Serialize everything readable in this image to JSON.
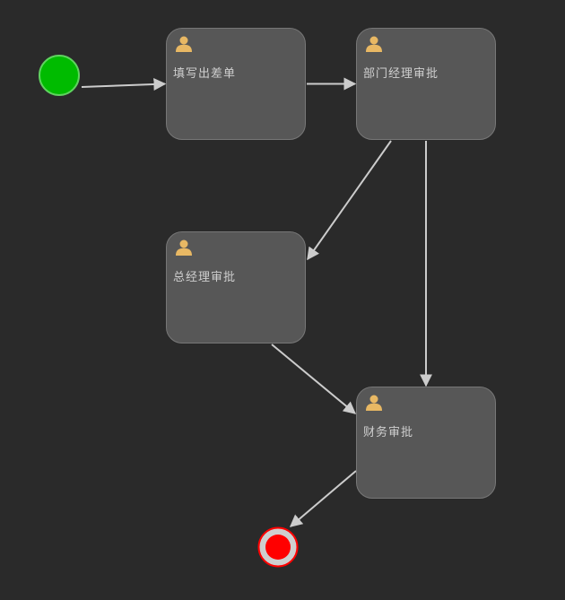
{
  "colors": {
    "background": "#2a2a2a",
    "task_fill": "#575757",
    "task_border": "#777777",
    "task_text": "#cfcfcf",
    "edge": "#cccccc",
    "start_event": "#00bb00",
    "end_event": "#ff0000",
    "user_icon": "#e8b864"
  },
  "events": {
    "start": {
      "type": "start-event",
      "icon": "green-circle"
    },
    "end": {
      "type": "end-event",
      "icon": "red-circle"
    }
  },
  "tasks": [
    {
      "id": "t1",
      "label": "填写出差单",
      "icon": "user-icon"
    },
    {
      "id": "t2",
      "label": "部门经理审批",
      "icon": "user-icon"
    },
    {
      "id": "t3",
      "label": "总经理审批",
      "icon": "user-icon"
    },
    {
      "id": "t4",
      "label": "财务审批",
      "icon": "user-icon"
    }
  ],
  "flows": [
    {
      "from": "start",
      "to": "t1"
    },
    {
      "from": "t1",
      "to": "t2"
    },
    {
      "from": "t2",
      "to": "t3"
    },
    {
      "from": "t2",
      "to": "t4"
    },
    {
      "from": "t3",
      "to": "t4"
    },
    {
      "from": "t4",
      "to": "end"
    }
  ]
}
